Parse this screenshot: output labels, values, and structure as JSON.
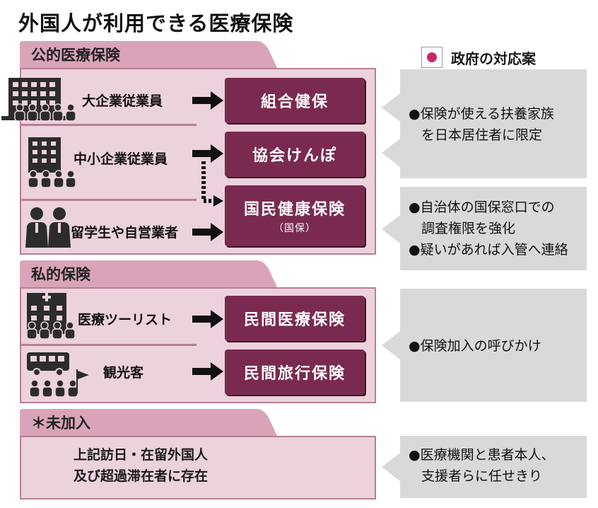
{
  "title": "外国人が利用できる医療保険",
  "legend": {
    "label": "政府の対応案",
    "color": "#c8286a"
  },
  "sections": {
    "public": {
      "tab": "公的医療保険",
      "rows": [
        {
          "label": "大企業従業員"
        },
        {
          "label": "中小企業従業員"
        },
        {
          "label": "留学生や自営業者"
        }
      ],
      "insurances": [
        {
          "name": "組合健保"
        },
        {
          "name": "協会けんぽ"
        },
        {
          "name": "国民健康保険",
          "sub": "（国保）"
        }
      ],
      "notes_1": [
        "●保険が使える扶養家族",
        "を日本居住者に限定"
      ],
      "notes_2": [
        "●自治体の国保窓口での",
        "調査権限を強化",
        "●疑いがあれば入管へ連絡"
      ]
    },
    "private": {
      "tab": "私的保険",
      "rows": [
        {
          "label": "医療ツーリスト"
        },
        {
          "label": "観光客"
        }
      ],
      "insurances": [
        {
          "name": "民間医療保険"
        },
        {
          "name": "民間旅行保険"
        }
      ],
      "notes": [
        "●保険加入の呼びかけ"
      ]
    },
    "uninsured": {
      "tab": "＊未加入",
      "text": [
        "上記訪日・在留外国人",
        "及び超過滞在者に存在"
      ],
      "notes": [
        "●医療機関と患者本人、",
        "支援者らに任せきり"
      ]
    }
  },
  "colors": {
    "pill": "#7a2a50",
    "tab": "#d9a4b9",
    "box": "#ecd2dd",
    "border": "#b77e97",
    "gray": "#d9d9d9"
  },
  "icons": [
    "building-icon",
    "crowd-icon",
    "person-icon",
    "hospital-icon",
    "bus-icon",
    "flag-icon"
  ]
}
